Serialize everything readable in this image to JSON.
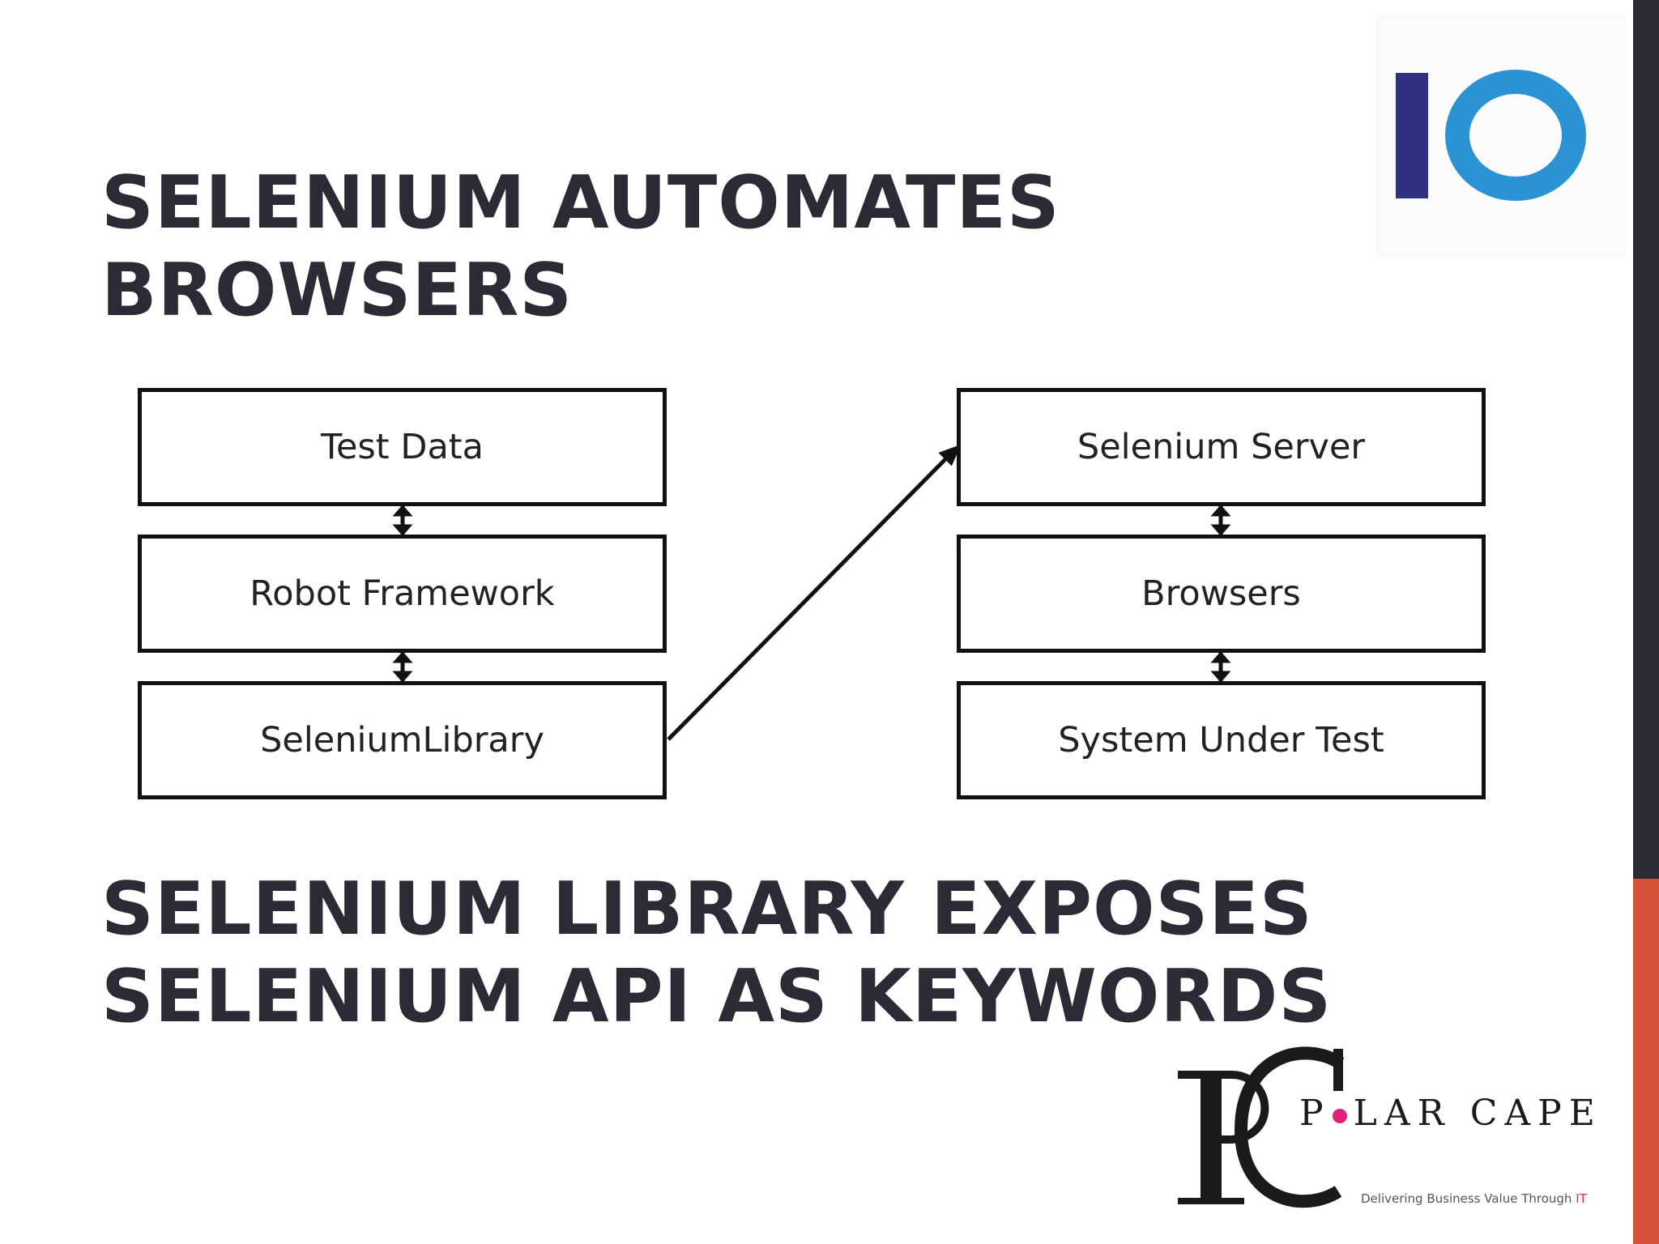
{
  "slide": {
    "heading_1": {
      "line_1": "SELENIUM AUTOMATES",
      "line_2": "BROWSERS"
    },
    "heading_2": {
      "line_1": "SELENIUM LIBRARY EXPOSES",
      "line_2": "SELENIUM API AS KEYWORDS"
    }
  },
  "diagram": {
    "left_stack": [
      "Test Data",
      "Robot Framework",
      "SeleniumLibrary"
    ],
    "right_stack": [
      "Selenium Server",
      "Browsers",
      "System Under Test"
    ]
  },
  "logos": {
    "io_logo_text": "IO",
    "polar_cape": {
      "name_before_dot": "P",
      "name_after_dot": "LAR CAPE",
      "tagline": "Delivering Business Value Through ",
      "tagline_highlight": "IT"
    }
  },
  "colors": {
    "heading_text": "#2b2a35",
    "accent_dark": "#2b2a35",
    "accent_orange": "#d5513a",
    "io_dark_blue": "#2e3281",
    "io_light_blue": "#2b93d3",
    "polar_cape_dot": "#e0207a"
  }
}
